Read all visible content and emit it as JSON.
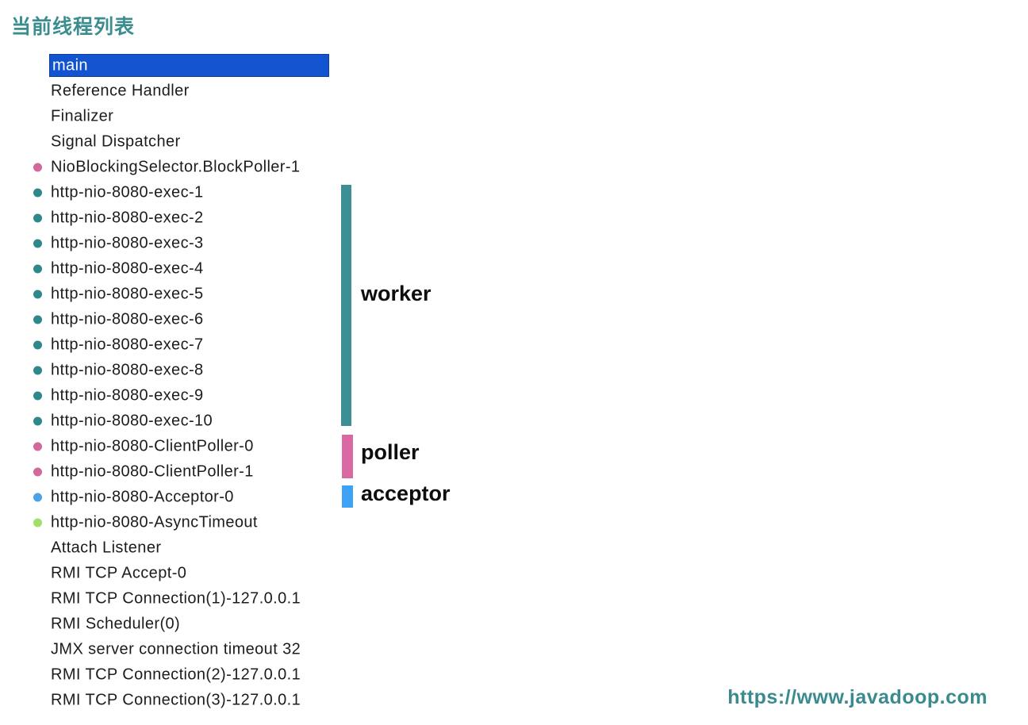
{
  "page": {
    "title": "当前线程列表",
    "watermark": "https://www.javadoop.com"
  },
  "colors": {
    "title": "#3c8d90",
    "watermark": "#3a8b8e",
    "selection_bg": "#1254d0",
    "thread_text": "#1c1c1c",
    "selected_text": "#ffffff"
  },
  "thread_list": {
    "bullet_colors": {
      "teal": "#2e8a8a",
      "pink": "#d4679c",
      "blue": "#4aa3e8",
      "green": "#a0e06a"
    },
    "threads": [
      {
        "name": "main",
        "bullet": "none",
        "selected": true
      },
      {
        "name": "Reference Handler",
        "bullet": "none",
        "selected": false
      },
      {
        "name": "Finalizer",
        "bullet": "none",
        "selected": false
      },
      {
        "name": "Signal Dispatcher",
        "bullet": "none",
        "selected": false
      },
      {
        "name": "NioBlockingSelector.BlockPoller-1",
        "bullet": "pink",
        "selected": false
      },
      {
        "name": "http-nio-8080-exec-1",
        "bullet": "teal",
        "selected": false
      },
      {
        "name": "http-nio-8080-exec-2",
        "bullet": "teal",
        "selected": false
      },
      {
        "name": "http-nio-8080-exec-3",
        "bullet": "teal",
        "selected": false
      },
      {
        "name": "http-nio-8080-exec-4",
        "bullet": "teal",
        "selected": false
      },
      {
        "name": "http-nio-8080-exec-5",
        "bullet": "teal",
        "selected": false
      },
      {
        "name": "http-nio-8080-exec-6",
        "bullet": "teal",
        "selected": false
      },
      {
        "name": "http-nio-8080-exec-7",
        "bullet": "teal",
        "selected": false
      },
      {
        "name": "http-nio-8080-exec-8",
        "bullet": "teal",
        "selected": false
      },
      {
        "name": "http-nio-8080-exec-9",
        "bullet": "teal",
        "selected": false
      },
      {
        "name": "http-nio-8080-exec-10",
        "bullet": "teal",
        "selected": false
      },
      {
        "name": "http-nio-8080-ClientPoller-0",
        "bullet": "pink",
        "selected": false
      },
      {
        "name": "http-nio-8080-ClientPoller-1",
        "bullet": "pink",
        "selected": false
      },
      {
        "name": "http-nio-8080-Acceptor-0",
        "bullet": "blue",
        "selected": false
      },
      {
        "name": "http-nio-8080-AsyncTimeout",
        "bullet": "green",
        "selected": false
      },
      {
        "name": "Attach Listener",
        "bullet": "none",
        "selected": false
      },
      {
        "name": "RMI TCP Accept-0",
        "bullet": "none",
        "selected": false
      },
      {
        "name": "RMI TCP Connection(1)-127.0.0.1",
        "bullet": "none",
        "selected": false
      },
      {
        "name": "RMI Scheduler(0)",
        "bullet": "none",
        "selected": false
      },
      {
        "name": "JMX server connection timeout 32",
        "bullet": "none",
        "selected": false
      },
      {
        "name": "RMI TCP Connection(2)-127.0.0.1",
        "bullet": "none",
        "selected": false
      },
      {
        "name": "RMI TCP Connection(3)-127.0.0.1",
        "bullet": "none",
        "selected": false
      }
    ]
  },
  "annotations": [
    {
      "label": "worker",
      "color": "#3e8f93"
    },
    {
      "label": "poller",
      "color": "#d968a3"
    },
    {
      "label": "acceptor",
      "color": "#3da1f5"
    }
  ]
}
